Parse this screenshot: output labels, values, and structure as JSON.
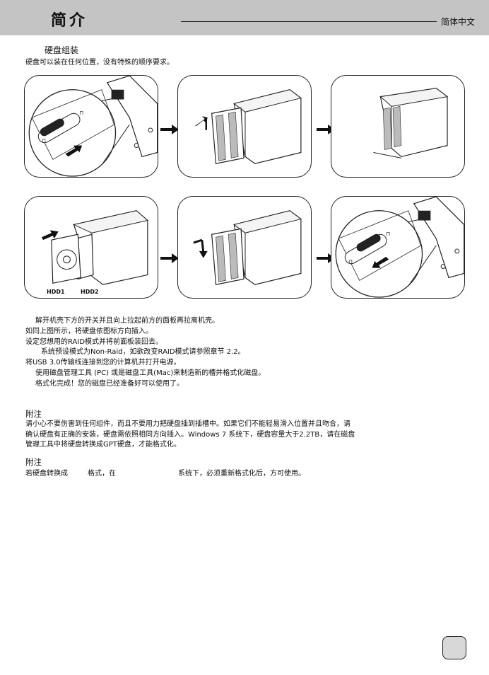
{
  "header": {
    "title": "简介",
    "language": "简体中文"
  },
  "section": {
    "subtitle": "硬盘组装",
    "intro": "硬盘可以装在任何位置，没有特殊的顺序要求。"
  },
  "figures": {
    "hdd1_label": "HDD1",
    "hdd2_label": "HDD2",
    "icons": [
      "lock-icon",
      "unlock-icon",
      "arrow-right-icon"
    ]
  },
  "instructions": [
    "解开机壳下方的开关并且向上拉起前方的面板再拉离机壳。",
    "如同上图所示，将硬盘依图标方向插入。",
    "设定您想用的RAID模式并将前面板装回去。",
    "系统预设模式为Non-Raid，如欲改变RAID模式请参照章节 2.2。",
    "将USB 3.0传输线连接到您的计算机并打开电源。",
    "使用磁盘管理工具 (PC) 或是磁盘工具(Mac)来制造新的槽并格式化磁盘。",
    "格式化完成！您的磁盘已经准备好可以使用了。"
  ],
  "note1": {
    "title": "附注",
    "lines": [
      "请小心不要伤害到任何组件，而且不要用力把硬盘插到插槽中。如果它们不能轻易滑入位置并且吻合，请",
      "确认硬盘有正确的安装，硬盘需依照相同方向插入。Windows 7 系统下，硬盘容量大于2.2TB，请在磁盘",
      "管理工具中将硬盘转换成GPT硬盘，才能格式化。"
    ]
  },
  "note2": {
    "title": "附注",
    "part1": "若硬盘转换成",
    "part2": "格式，在",
    "part3": "系统下，必须重新格式化后，方可使用。"
  }
}
